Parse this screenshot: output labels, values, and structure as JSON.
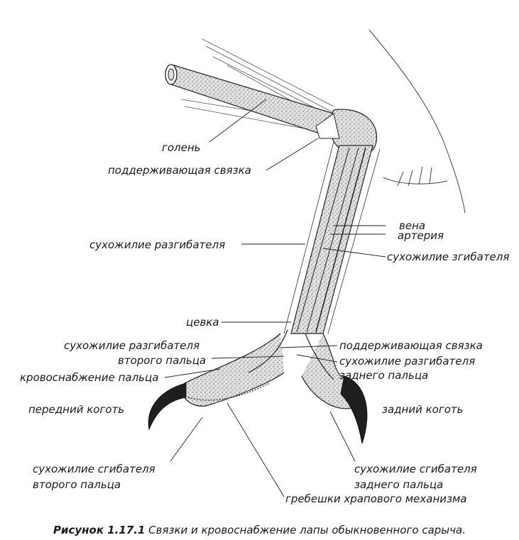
{
  "labels": {
    "golen": "голень",
    "support_upper": "поддерживающая связка",
    "vena": "вена",
    "arteria": "артерия",
    "extensor_tendon": "сухожилие разгибателя",
    "flexor_tendon": "сухожилие згибателя",
    "tsevka": "цевка",
    "extensor_second_1": "сухожилие разгибателя",
    "extensor_second_2": "второго пальца",
    "support_lower": "поддерживающая связка",
    "extensor_hind_1": "сухожилие разгибателя",
    "extensor_hind_2": "заднего пальца",
    "blood_supply": "кровоснабжение пальца",
    "front_claw": "передний коготь",
    "hind_claw": "задний коготь",
    "flexor_second_1": "сухожилие сгибателя",
    "flexor_second_2": "второго пальца",
    "flexor_hind_1": "сухожилие сгибателя",
    "flexor_hind_2": "заднего пальца",
    "ratchet_ridges": "гребешки храпового механизма"
  },
  "caption": {
    "number": "Рисунок 1.17.1",
    "text": "Связки и кровоснабжение лапы обыкновенного сарыча."
  },
  "colors": {
    "ink": "#1a1a1a",
    "bone_fill": "#d8d8d8",
    "background": "#ffffff"
  }
}
